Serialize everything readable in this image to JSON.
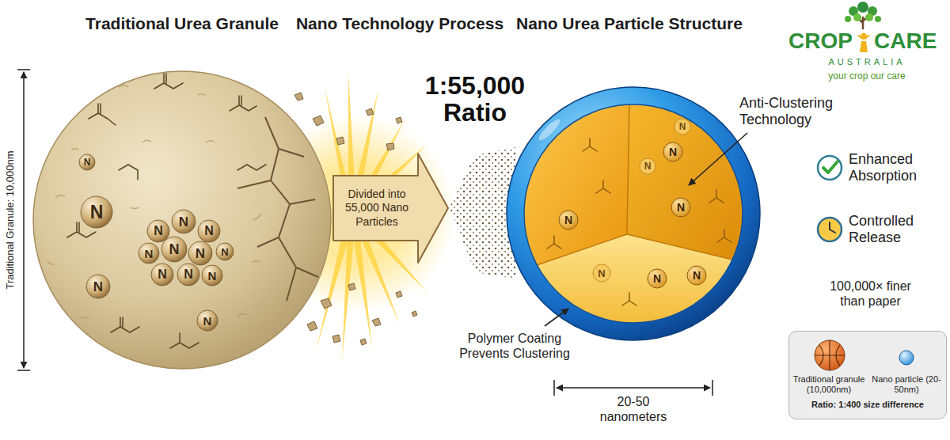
{
  "diagram": {
    "nodes": [
      {
        "text": [
          "Divided into 55,000 Nano Particles"
        ]
      },
      {
        "text": [
          "Traditional granule (10,000nm)",
          "Nano particle (20-50nm)",
          "Ratio: 1:400 size difference"
        ]
      }
    ],
    "labels": [
      "Traditional Urea Granule",
      "Nano Technology Process",
      "Nano Urea Particle Structure",
      "Traditional Granule: 10,000nm",
      "1:55,000 Ratio",
      "CROP",
      "CARE",
      "AUSTRALIA",
      "your crop our care",
      "Anti-Clustering Technology",
      "Enhanced Absorption",
      "Controlled Release",
      "100,000× finer than paper",
      "Polymer Coating Prevents Clustering",
      "20-50 nanometers",
      "N",
      "N",
      "N",
      "N",
      "N",
      "N",
      "N",
      "N",
      "N",
      "N",
      "N",
      "N",
      "N",
      "N",
      "N",
      "N",
      "N",
      "N",
      "N",
      "N",
      "N",
      "N"
    ]
  }
}
